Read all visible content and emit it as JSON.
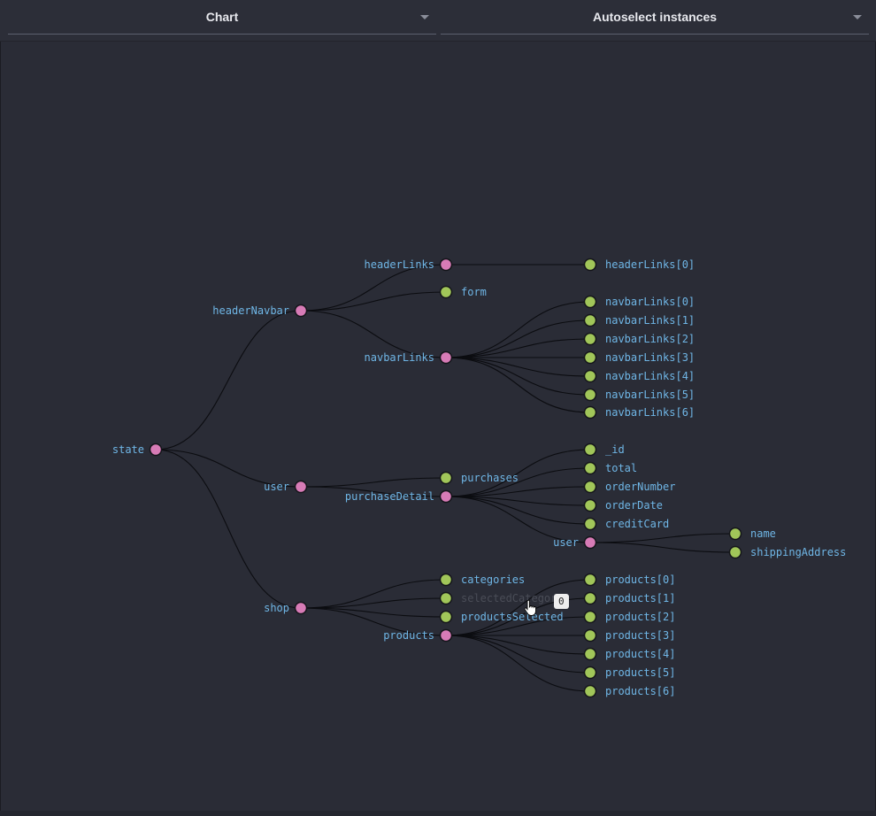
{
  "toolbar": {
    "chart_select": "Chart",
    "instances_select": "Autoselect instances"
  },
  "colors": {
    "background": "#2a2c36",
    "branch_node": "#d77bb6",
    "leaf_node": "#a1c659",
    "label": "#6fb6e6",
    "dim_label": "#4a4d57",
    "link": "#0b0c10"
  },
  "tooltip": "0",
  "tree": {
    "id": "state",
    "label": "state",
    "kind": "branch",
    "children": [
      {
        "id": "headerNavbar",
        "label": "headerNavbar",
        "kind": "branch",
        "children": [
          {
            "id": "form",
            "label": "form",
            "kind": "leaf"
          },
          {
            "id": "headerLinks",
            "label": "headerLinks",
            "kind": "branch",
            "children": [
              {
                "id": "headerLinks0",
                "label": "headerLinks[0]",
                "kind": "leaf"
              }
            ]
          },
          {
            "id": "navbarLinks",
            "label": "navbarLinks",
            "kind": "branch",
            "children": [
              {
                "id": "navbarLinks0",
                "label": "navbarLinks[0]",
                "kind": "leaf"
              },
              {
                "id": "navbarLinks1",
                "label": "navbarLinks[1]",
                "kind": "leaf"
              },
              {
                "id": "navbarLinks2",
                "label": "navbarLinks[2]",
                "kind": "leaf"
              },
              {
                "id": "navbarLinks3",
                "label": "navbarLinks[3]",
                "kind": "leaf"
              },
              {
                "id": "navbarLinks4",
                "label": "navbarLinks[4]",
                "kind": "leaf"
              },
              {
                "id": "navbarLinks5",
                "label": "navbarLinks[5]",
                "kind": "leaf"
              },
              {
                "id": "navbarLinks6",
                "label": "navbarLinks[6]",
                "kind": "leaf"
              }
            ]
          }
        ]
      },
      {
        "id": "user",
        "label": "user",
        "kind": "branch",
        "children": [
          {
            "id": "purchases",
            "label": "purchases",
            "kind": "leaf"
          },
          {
            "id": "purchaseDetail",
            "label": "purchaseDetail",
            "kind": "branch",
            "children": [
              {
                "id": "pd_id",
                "label": "_id",
                "kind": "leaf"
              },
              {
                "id": "pd_total",
                "label": "total",
                "kind": "leaf"
              },
              {
                "id": "pd_orderNumber",
                "label": "orderNumber",
                "kind": "leaf"
              },
              {
                "id": "pd_orderDate",
                "label": "orderDate",
                "kind": "leaf"
              },
              {
                "id": "pd_creditCard",
                "label": "creditCard",
                "kind": "leaf"
              },
              {
                "id": "pd_user",
                "label": "user",
                "kind": "branch",
                "children": [
                  {
                    "id": "pdu_name",
                    "label": "name",
                    "kind": "leaf"
                  },
                  {
                    "id": "pdu_shipping",
                    "label": "shippingAddress",
                    "kind": "leaf"
                  }
                ]
              }
            ]
          }
        ]
      },
      {
        "id": "shop",
        "label": "shop",
        "kind": "branch",
        "children": [
          {
            "id": "categories",
            "label": "categories",
            "kind": "leaf"
          },
          {
            "id": "selectedCategory",
            "label": "selectedCategory",
            "kind": "leaf",
            "dim": true
          },
          {
            "id": "productsSelected",
            "label": "productsSelected",
            "kind": "leaf"
          },
          {
            "id": "products",
            "label": "products",
            "kind": "branch",
            "children": [
              {
                "id": "products0",
                "label": "products[0]",
                "kind": "leaf"
              },
              {
                "id": "products1",
                "label": "products[1]",
                "kind": "leaf"
              },
              {
                "id": "products2",
                "label": "products[2]",
                "kind": "leaf"
              },
              {
                "id": "products3",
                "label": "products[3]",
                "kind": "leaf"
              },
              {
                "id": "products4",
                "label": "products[4]",
                "kind": "leaf"
              },
              {
                "id": "products5",
                "label": "products[5]",
                "kind": "leaf"
              },
              {
                "id": "products6",
                "label": "products[6]",
                "kind": "leaf"
              }
            ]
          }
        ]
      }
    ]
  }
}
